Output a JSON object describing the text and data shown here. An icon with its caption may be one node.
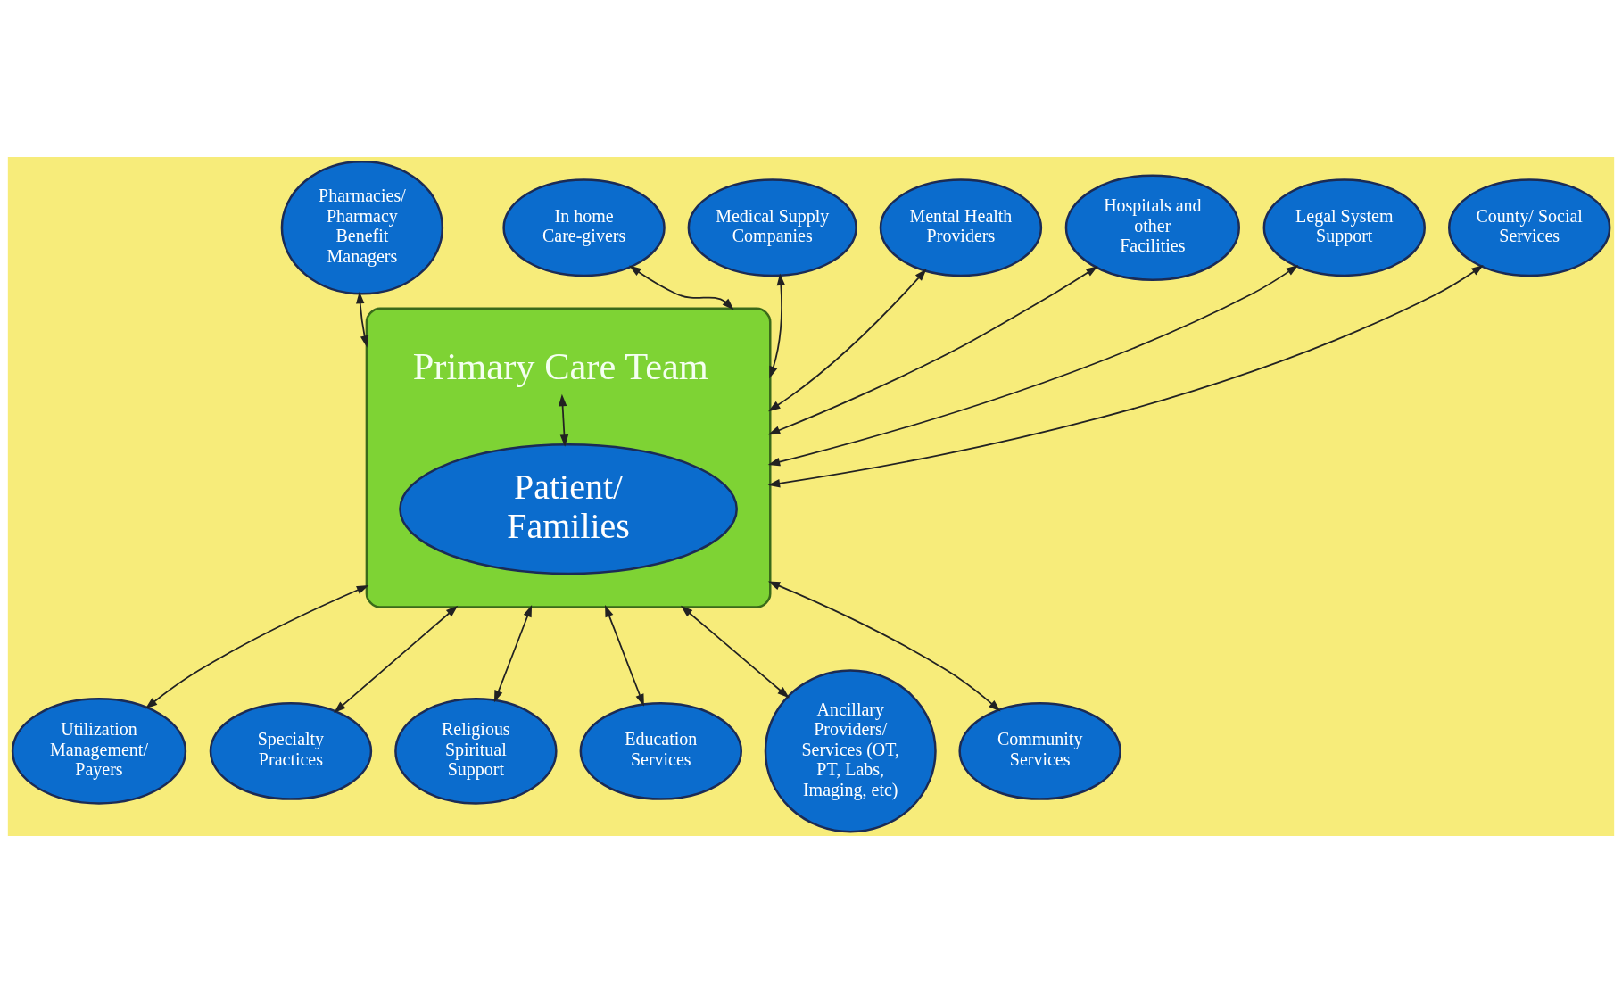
{
  "diagram": {
    "nodes": [
      {
        "text": [
          "Primary Care Team"
        ]
      },
      {
        "text": [
          "Patient/ Families"
        ],
        "in": 0
      },
      {
        "text": [
          "Medical Supply Companies"
        ]
      },
      {
        "text": [
          "Mental Health Providers"
        ]
      },
      {
        "text": [
          "Hospitals and other Facilities"
        ]
      },
      {
        "text": [
          "In home Care-givers"
        ]
      },
      {
        "text": [
          "Legal System Support"
        ]
      },
      {
        "text": [
          "Pharmacies/ Pharmacy Benefit Managers"
        ]
      },
      {
        "text": [
          "County/ Social Services"
        ]
      },
      {
        "text": [
          "Utilization Management/ Payers"
        ]
      },
      {
        "text": [
          "Community Services"
        ]
      },
      {
        "text": [
          "Specialty Practices"
        ]
      },
      {
        "text": [
          "Religious Spiritual Support"
        ]
      },
      {
        "text": [
          "Education Services"
        ]
      },
      {
        "text": [
          "Ancillary Providers/ Services (OT, PT, Labs, Imaging, etc)"
        ]
      }
    ],
    "edges": [
      {
        "from": 0,
        "to": 1,
        "arrow": "both"
      },
      {
        "from": 5,
        "to": 0,
        "arrow": "both"
      },
      {
        "from": 2,
        "to": 0,
        "arrow": "both"
      },
      {
        "from": 3,
        "to": 0,
        "arrow": "both"
      },
      {
        "from": 4,
        "to": 0,
        "arrow": "both"
      },
      {
        "from": 6,
        "to": 0,
        "arrow": "both"
      },
      {
        "from": 7,
        "to": 0,
        "arrow": "both"
      },
      {
        "from": 8,
        "to": 0,
        "arrow": "both"
      },
      {
        "from": 0,
        "to": 9,
        "arrow": "both"
      },
      {
        "from": 0,
        "to": 11,
        "arrow": "both"
      },
      {
        "from": 0,
        "to": 12,
        "arrow": "both"
      },
      {
        "from": 0,
        "to": 13,
        "arrow": "both"
      },
      {
        "from": 0,
        "to": 14,
        "arrow": "both"
      },
      {
        "from": 0,
        "to": 10,
        "arrow": "both"
      }
    ]
  }
}
